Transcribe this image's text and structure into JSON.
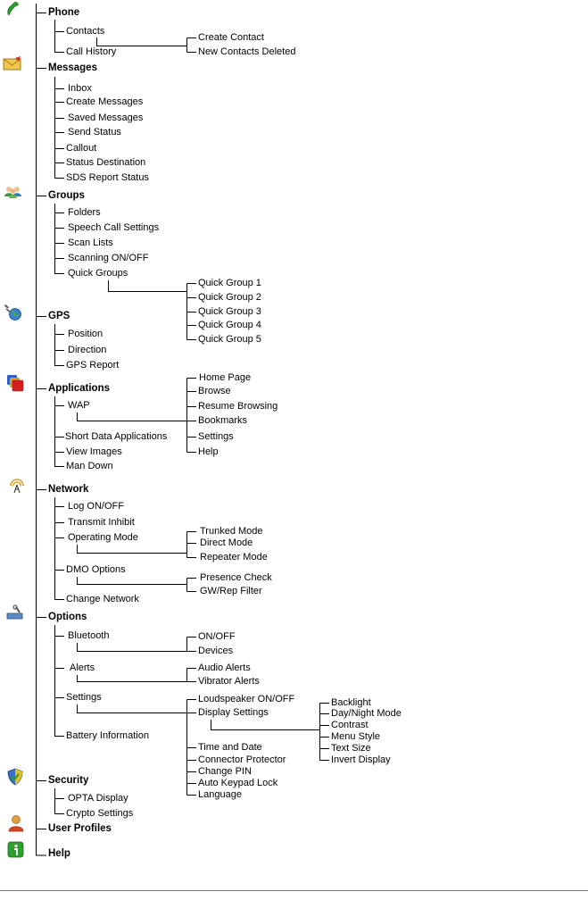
{
  "menu": {
    "phone": {
      "label": "Phone",
      "contacts": "Contacts",
      "call_history": "Call History",
      "create_contact": "Create Contact",
      "new_contacts_deleted": "New Contacts Deleted"
    },
    "messages": {
      "label": "Messages",
      "inbox": "Inbox",
      "create_messages": "Create Messages",
      "saved_messages": "Saved Messages",
      "send_status": "Send Status",
      "callout": "Callout",
      "status_destination": "Status Destination",
      "sds_report_status": "SDS Report Status"
    },
    "groups": {
      "label": "Groups",
      "folders": "Folders",
      "speech_call_settings": "Speech Call Settings",
      "scan_lists": "Scan Lists",
      "scanning": "Scanning ON/OFF",
      "quick_groups": "Quick Groups",
      "qg1": "Quick Group 1",
      "qg2": "Quick Group 2",
      "qg3": "Quick Group 3",
      "qg4": "Quick Group 4",
      "qg5": "Quick Group 5"
    },
    "gps": {
      "label": "GPS",
      "position": "Position",
      "direction": "Direction",
      "gps_report": "GPS Report"
    },
    "applications": {
      "label": "Applications",
      "wap": "WAP",
      "short_data_applications": "Short Data Applications",
      "view_images": "View Images",
      "man_down": "Man Down",
      "home_page": "Home Page",
      "browse": "Browse",
      "resume_browsing": "Resume Browsing",
      "bookmarks": "Bookmarks",
      "settings": "Settings",
      "help": "Help"
    },
    "network": {
      "label": "Network",
      "log_onoff": "Log ON/OFF",
      "transmit_inhibit": "Transmit Inhibit",
      "operating_mode": "Operating Mode",
      "dmo_options": "DMO Options",
      "change_network": "Change Network",
      "trunked_mode": "Trunked Mode",
      "direct_mode": "Direct Mode",
      "repeater_mode": "Repeater Mode",
      "presence_check": "Presence Check",
      "gw_rep_filter": "GW/Rep Filter"
    },
    "options": {
      "label": "Options",
      "bluetooth": "Bluetooth",
      "alerts": "Alerts",
      "settings": "Settings",
      "battery_information": "Battery Information",
      "bt_onoff": "ON/OFF",
      "devices": "Devices",
      "audio_alerts": "Audio Alerts",
      "vibrator_alerts": "Vibrator Alerts",
      "loudspeaker": "Loudspeaker ON/OFF",
      "display_settings": "Display Settings",
      "time_and_date": "Time and Date",
      "connector_protector": "Connector Protector",
      "change_pin": "Change PIN",
      "auto_keypad_lock": "Auto Keypad Lock",
      "language": "Language",
      "backlight": "Backlight",
      "day_night_mode": "Day/Night Mode",
      "contrast": "Contrast",
      "menu_style": "Menu Style",
      "text_size": "Text Size",
      "invert_display": "Invert Display"
    },
    "security": {
      "label": "Security",
      "opta_display": "OPTA Display",
      "crypto_settings": "Crypto Settings"
    },
    "user_profiles": {
      "label": "User Profiles"
    },
    "help": {
      "label": "Help"
    }
  },
  "icons": {
    "phone": "phone-handset-icon",
    "messages": "envelope-icon",
    "groups": "people-group-icon",
    "gps": "satellite-globe-icon",
    "applications": "app-windows-icon",
    "network": "antenna-signal-icon",
    "options": "wrench-radio-icon",
    "security": "shield-icon",
    "user_profiles": "user-icon",
    "help": "info-icon"
  },
  "colors": {
    "line": "#000000",
    "phone_icon": "#2e9e2e",
    "envelope_icon": "#e8b830",
    "group_icon": "#3c9a3c",
    "app_icon_red": "#d42020",
    "app_icon_blue": "#3060d0",
    "shield_icon": "#3a6fc4",
    "user_icon": "#e0a040",
    "help_icon": "#2ca02c"
  }
}
